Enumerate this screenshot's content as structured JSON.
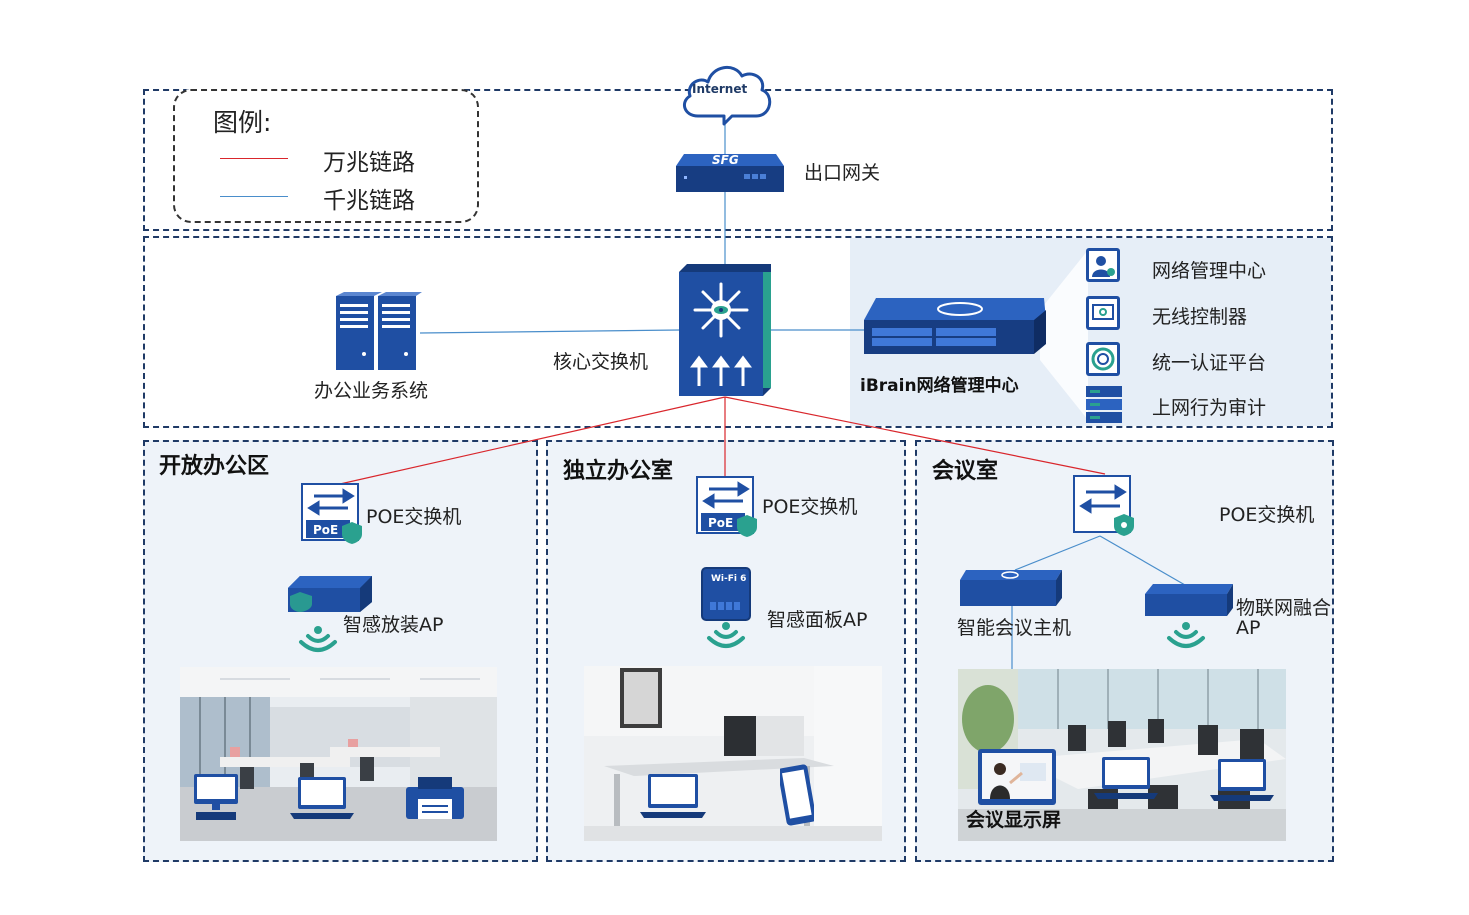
{
  "legend": {
    "title": "图例:",
    "items": [
      {
        "label": "万兆链路",
        "color": "#d9262c"
      },
      {
        "label": "千兆链路",
        "color": "#4a8ecb"
      }
    ]
  },
  "internet": {
    "label": "Internet"
  },
  "gateway": {
    "device_text": "SFG",
    "label": "出口网关"
  },
  "core": {
    "label": "核心交换机"
  },
  "office_system": {
    "label": "办公业务系统"
  },
  "ibrain": {
    "label": "iBrain网络管理中心",
    "functions": [
      "网络管理中心",
      "无线控制器",
      "统一认证平台",
      "上网行为审计"
    ]
  },
  "zones": {
    "open_office": {
      "title": "开放办公区",
      "switch_label": "POE交换机",
      "ap_label": "智感放装AP"
    },
    "private_office": {
      "title": "独立办公室",
      "switch_label": "POE交换机",
      "ap_label": "智感面板AP",
      "ap_device_text": "Wi-Fi 6"
    },
    "meeting_room": {
      "title": "会议室",
      "switch_label": "POE交换机",
      "host_label": "智能会议主机",
      "iot_ap_label_line1": "物联网融合",
      "iot_ap_label_line2": "AP",
      "display_label": "会议显示屏"
    }
  },
  "poe_badge": "PoE",
  "colors": {
    "accent_blue": "#1f4fa3",
    "dark_blue": "#153a7a",
    "teal": "#2aa18f",
    "link_10g": "#d9262c",
    "link_1g": "#4a8ecb"
  }
}
